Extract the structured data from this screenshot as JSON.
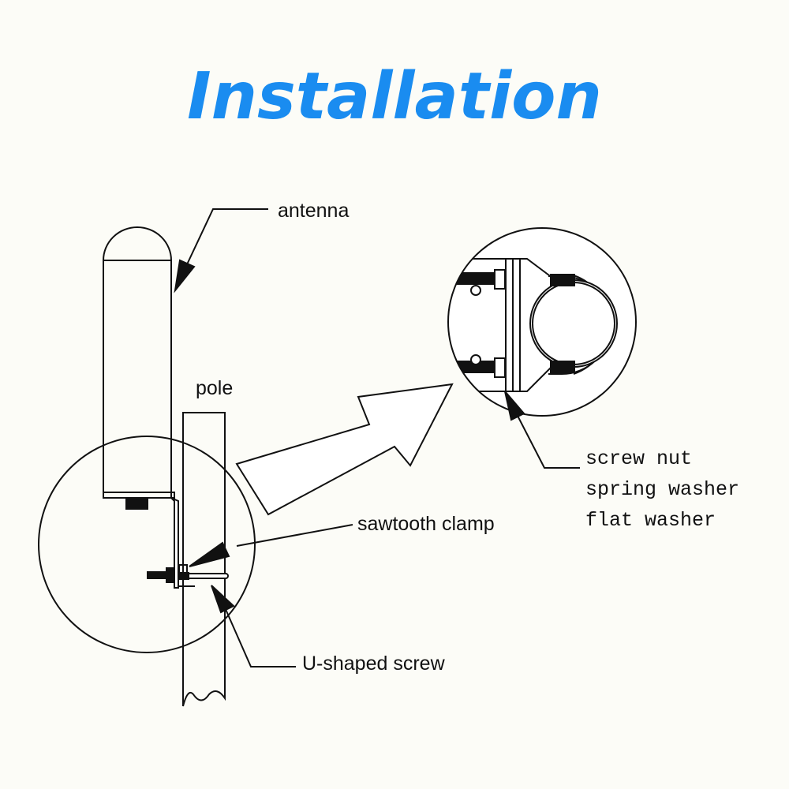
{
  "title": "Installation",
  "labels": {
    "antenna": "antenna",
    "pole": "pole",
    "sawtooth_clamp": "sawtooth clamp",
    "u_shaped_screw": "U-shaped screw",
    "screw_nut": "screw nut",
    "spring_washer": "spring washer",
    "flat_washer": "flat washer"
  },
  "colors": {
    "title": "#1a8cf0",
    "line": "#111111",
    "background": "#fcfcf7"
  }
}
